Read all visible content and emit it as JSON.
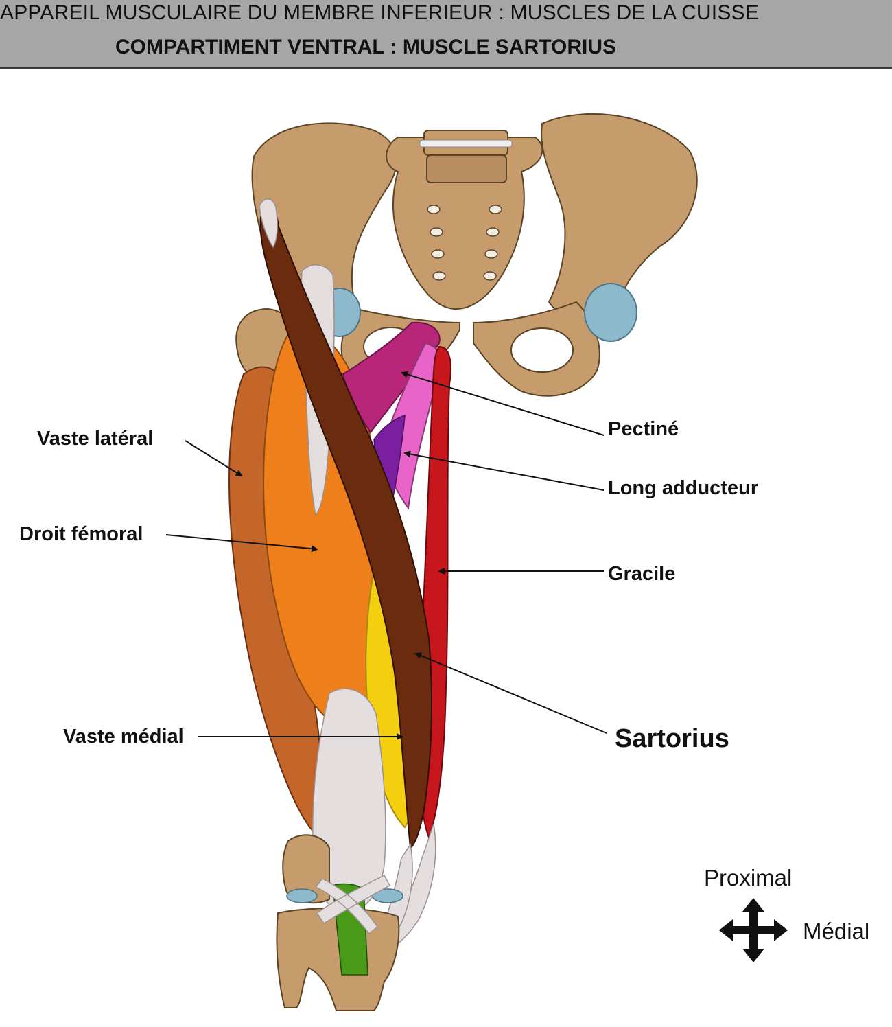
{
  "header": {
    "title": "APPAREIL MUSCULAIRE DU MEMBRE INFERIEUR : MUSCLES DE LA CUISSE",
    "subtitle": "COMPARTIMENT VENTRAL : MUSCLE SARTORIUS"
  },
  "labels": {
    "vaste_lateral": "Vaste latéral",
    "droit_femoral": "Droit fémoral",
    "vaste_medial": "Vaste médial",
    "pectine": "Pectiné",
    "long_adducteur": "Long adducteur",
    "gracile": "Gracile",
    "sartorius": "Sartorius"
  },
  "orientation": {
    "proximal": "Proximal",
    "medial": "Médial"
  },
  "colors": {
    "bone": "#c69c6d",
    "sartorius": "#6b2b0f",
    "vaste_lateral": "#c4652a",
    "droit_femoral": "#ee7f1a",
    "vaste_medial": "#f4cf10",
    "gracile": "#c8161d",
    "pectine": "#b8267a",
    "long_adducteur": "#e864c8",
    "tendon": "#e4dede",
    "cartilage": "#8db9cc",
    "header_bg": "#a6a6a6"
  }
}
